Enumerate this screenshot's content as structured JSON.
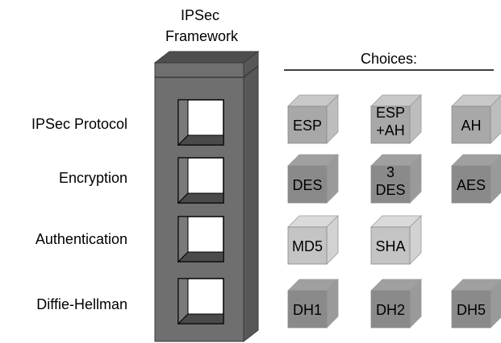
{
  "framework": {
    "title_line1": "IPSec",
    "title_line2": "Framework"
  },
  "choices_header": "Choices:",
  "rows": [
    {
      "label": "IPSec Protocol",
      "options": [
        {
          "lines": [
            "ESP"
          ],
          "tone": "mid"
        },
        {
          "lines": [
            "ESP",
            "+AH"
          ],
          "tone": "mid"
        },
        {
          "lines": [
            "AH"
          ],
          "tone": "mid"
        }
      ]
    },
    {
      "label": "Encryption",
      "options": [
        {
          "lines": [
            "DES"
          ],
          "tone": "dark"
        },
        {
          "lines": [
            "3",
            "DES"
          ],
          "tone": "dark"
        },
        {
          "lines": [
            "AES"
          ],
          "tone": "dark"
        }
      ]
    },
    {
      "label": "Authentication",
      "options": [
        {
          "lines": [
            "MD5"
          ],
          "tone": "light"
        },
        {
          "lines": [
            "SHA"
          ],
          "tone": "light"
        }
      ]
    },
    {
      "label": "Diffie-Hellman",
      "options": [
        {
          "lines": [
            "DH1"
          ],
          "tone": "dark"
        },
        {
          "lines": [
            "DH2"
          ],
          "tone": "dark"
        },
        {
          "lines": [
            "DH5"
          ],
          "tone": "dark"
        }
      ]
    }
  ],
  "colors": {
    "tower_front": "#6f6f6f",
    "tower_side": "#575757",
    "tower_top": "#4e4e4e",
    "slot_inner": "#ffffff",
    "cube_mid_front": "#a8a8a8",
    "cube_dark_front": "#8a8a8a",
    "cube_light_front": "#c4c4c4"
  }
}
